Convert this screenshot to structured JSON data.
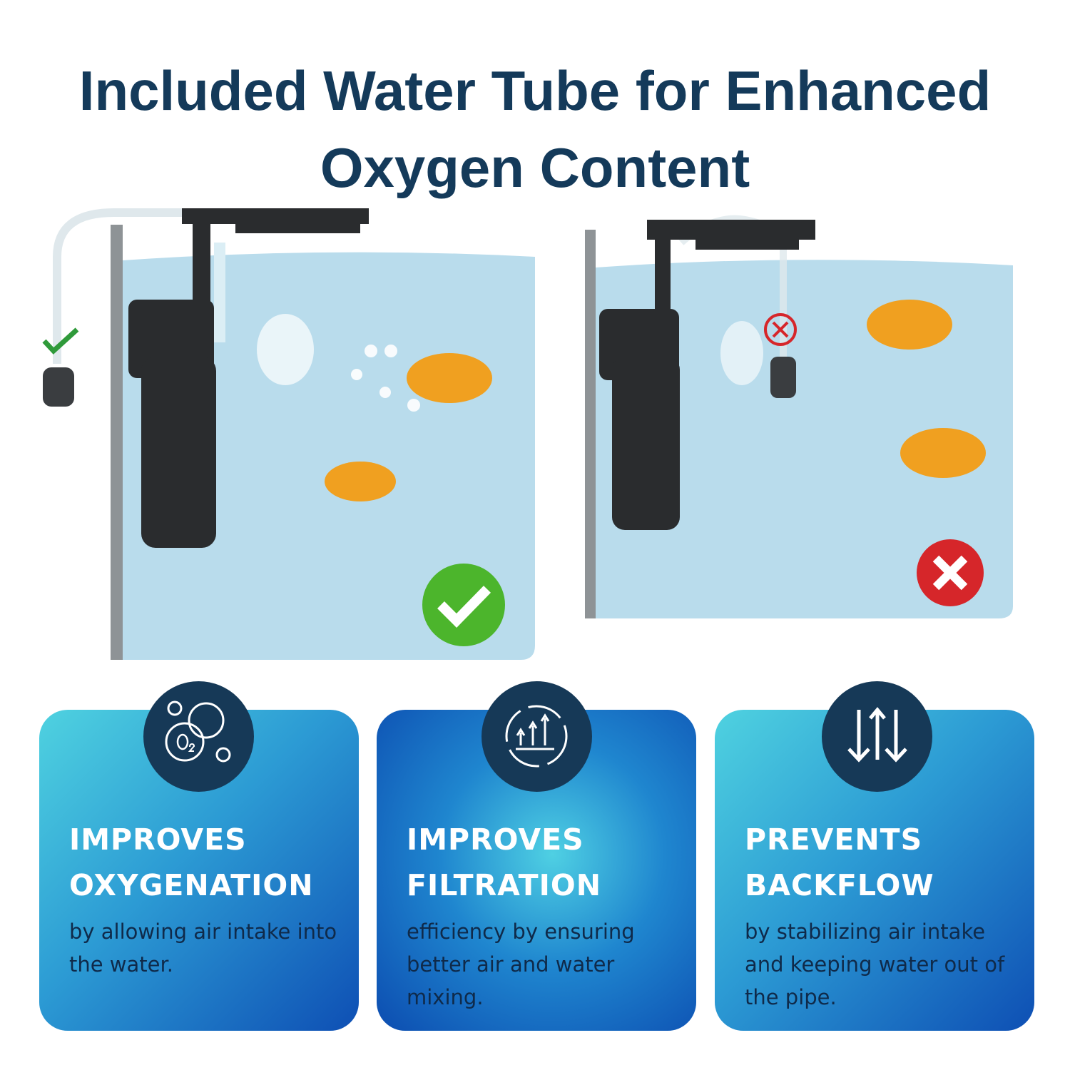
{
  "title": {
    "line1": "Included Water Tube for Enhanced",
    "line2": "Oxygen Content"
  },
  "comparison": {
    "correct_icon": "green-check-icon",
    "wrong_icon": "red-x-icon",
    "water_color": "#b9dcec"
  },
  "features": [
    {
      "icon": "oxygen-bubbles-icon",
      "heading1": "IMPROVES",
      "heading2": "OXYGENATION",
      "body": "by allowing air intake into the water."
    },
    {
      "icon": "filtration-arrows-icon",
      "heading1": "IMPROVES",
      "heading2": "FILTRATION",
      "body": "efficiency by ensuring better air and water mixing."
    },
    {
      "icon": "up-down-arrows-icon",
      "heading1": "PREVENTS",
      "heading2": "BACKFLOW",
      "body": "by stabilizing air intake and keeping water out of the pipe."
    }
  ],
  "colors": {
    "title": "#143a5a",
    "badge": "#163957",
    "card_light": "#4fd2e0",
    "card_dark": "#0e4fb4"
  }
}
